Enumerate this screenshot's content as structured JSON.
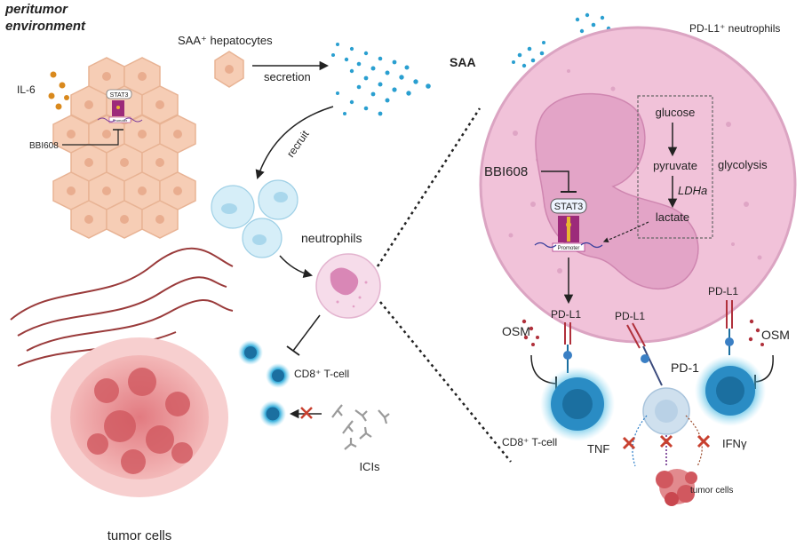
{
  "colors": {
    "accent_orange": "#f59a2f",
    "inhibitor_red": "#c8402f",
    "hepatocyte_fill": "#f6cdb5",
    "neutrophil_big": "#f0bfd8",
    "tcell_blue": "#2a8cc4",
    "tnf_green": "#6aa84f",
    "ifng_blue": "#4a88c8",
    "text": "#222222"
  },
  "labels": {
    "peritumor_1": "peritumor",
    "peritumor_2": "environment",
    "il6": "IL-6",
    "stat3_left": "STAT3",
    "promoter_left": "Promoter",
    "bbi608_left": "BBI608",
    "tumor_cells_left": "tumor cells",
    "saa_hepatocytes": "SAA⁺ hepatocytes",
    "secretion": "secretion",
    "saa": "SAA",
    "recruit": "recruit",
    "neutrophils": "neutrophils",
    "cd8_left": "CD8⁺ T-cell",
    "icis": "ICIs",
    "pdl1_neutrophils": "PD-L1⁺ neutrophils",
    "glucose": "glucose",
    "pyruvate": "pyruvate",
    "ldha": "LDHa",
    "lactate": "lactate",
    "glycolysis": "glycolysis",
    "bbi608_right": "BBI608",
    "stat3_right": "STAT3",
    "promoter_right": "Promoter",
    "pdl1_left": "PD-L1",
    "pdl1_mid": "PD-L1",
    "pdl1_right": "PD-L1",
    "osm_left": "OSM",
    "osm_right": "OSM",
    "pd1": "PD-1",
    "cd8_right": "CD8⁺ T-cell",
    "tnf": "TNF",
    "ifng": "IFNγ",
    "tumor_cells_right": "tumor cells"
  }
}
